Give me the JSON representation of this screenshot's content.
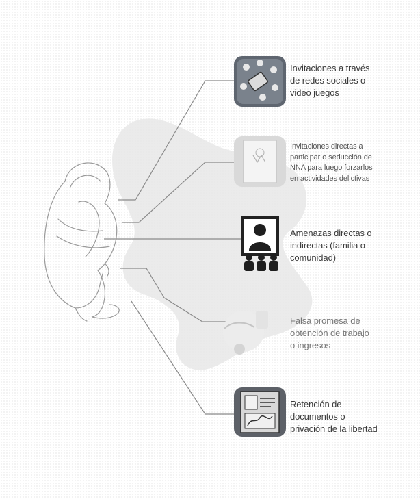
{
  "items": [
    {
      "icon": "social-network-devices-icon",
      "lines": [
        "Invitaciones a través",
        "de redes sociales o",
        "video juegos"
      ]
    },
    {
      "icon": "document-invitation-icon",
      "lines": [
        "Invitaciones directas a",
        "participar o seducción de",
        "NNA para luego forzarlos",
        "en actividades delictivas"
      ]
    },
    {
      "icon": "threat-people-icon",
      "lines": [
        "Amenazas directas o",
        "indirectas (familia o",
        "comunidad)"
      ]
    },
    {
      "icon": "job-promise-icon",
      "lines": [
        "Falsa promesa de",
        "obtención de trabajo",
        "o ingresos"
      ]
    },
    {
      "icon": "retained-documents-icon",
      "lines": [
        "Retención de",
        "documentos o",
        "privación de la libertad"
      ]
    }
  ]
}
